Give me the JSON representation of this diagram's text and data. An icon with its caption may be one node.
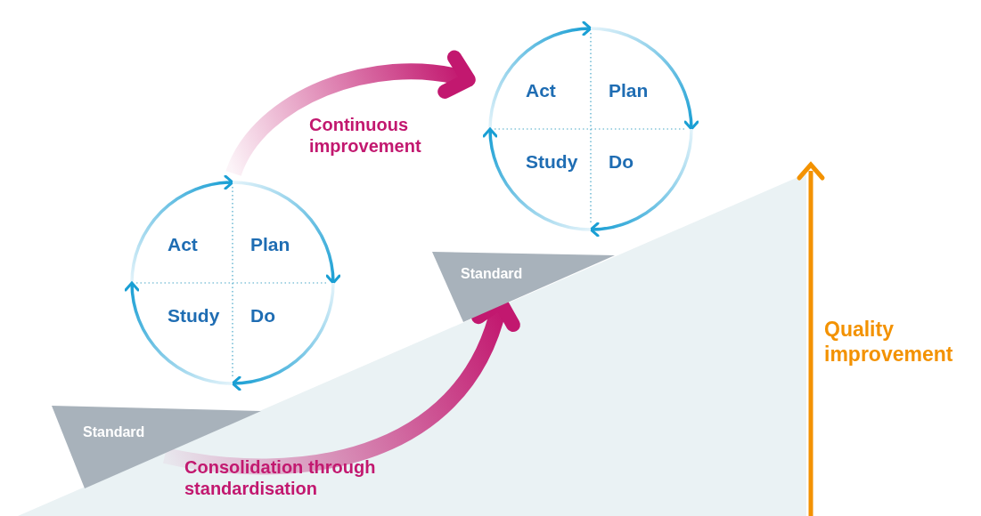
{
  "diagram": {
    "nodes": [
      {
        "text": [],
        "shape": "circle"
      },
      {
        "text": [
          "Act"
        ],
        "in": 0
      },
      {
        "text": [
          "Plan"
        ],
        "in": 0
      },
      {
        "text": [
          "Study"
        ],
        "in": 0
      },
      {
        "text": [
          "Do"
        ],
        "in": 0
      },
      {
        "text": [],
        "shape": "circle"
      },
      {
        "text": [
          "Act"
        ],
        "in": 5
      },
      {
        "text": [
          "Plan"
        ],
        "in": 5
      },
      {
        "text": [
          "Study"
        ],
        "in": 5
      },
      {
        "text": [
          "Do"
        ],
        "in": 5
      },
      {
        "text": [
          "Standard"
        ]
      },
      {
        "text": [
          "Standard"
        ]
      }
    ],
    "edges": [
      {
        "from": 0,
        "to": 5,
        "arrow": "to",
        "label": "Continuous improvement",
        "style": "thick"
      },
      {
        "from": 10,
        "to": 11,
        "arrow": "to",
        "label": "Consolidation through standardisation",
        "style": "thick"
      }
    ],
    "labels": [
      "Quality improvement"
    ]
  }
}
